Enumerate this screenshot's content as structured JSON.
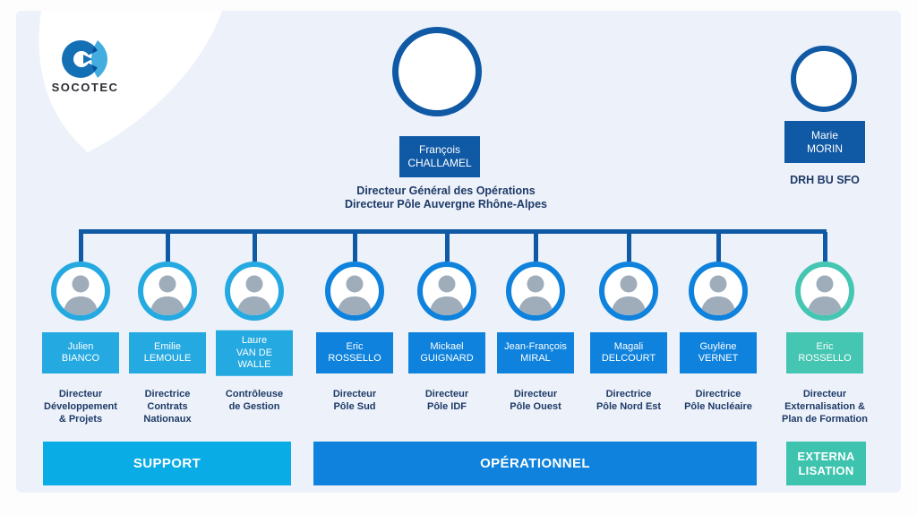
{
  "brand": {
    "name": "SOCOTEC"
  },
  "colors": {
    "panel_bg": "#EDF2FA",
    "dark_blue": "#1059A5",
    "light_blue": "#24A9E1",
    "medium_blue": "#0E82DC",
    "teal": "#45C6B2",
    "band_support": "#0AACE5",
    "band_operational": "#0E82DC",
    "band_externalisation": "#3EC3AF",
    "navy_text": "#1E3A67"
  },
  "ceo": {
    "first_name": "François",
    "last_name": "CHALLAMEL",
    "role_line1": "Directeur Général des Opérations",
    "role_line2": "Directeur Pôle Auvergne Rhône-Alpes"
  },
  "hr": {
    "first_name": "Marie",
    "last_name": "MORIN",
    "role": "DRH BU SFO"
  },
  "team": [
    {
      "name_lines": [
        "Julien",
        "BIANCO"
      ],
      "role_lines": [
        "Directeur",
        "Développement",
        "& Projets"
      ],
      "group": "support"
    },
    {
      "name_lines": [
        "Emilie",
        "LEMOULE"
      ],
      "role_lines": [
        "Directrice",
        "Contrats",
        "Nationaux"
      ],
      "group": "support"
    },
    {
      "name_lines": [
        "Laure",
        "VAN DE",
        "WALLE"
      ],
      "role_lines": [
        "Contrôleuse",
        "de Gestion"
      ],
      "group": "support"
    },
    {
      "name_lines": [
        "Eric",
        "ROSSELLO"
      ],
      "role_lines": [
        "Directeur",
        "Pôle Sud"
      ],
      "group": "operational"
    },
    {
      "name_lines": [
        "Mickael",
        "GUIGNARD"
      ],
      "role_lines": [
        "Directeur",
        "Pôle IDF"
      ],
      "group": "operational"
    },
    {
      "name_lines": [
        "Jean-François",
        "MIRAL"
      ],
      "role_lines": [
        "Directeur",
        "Pôle Ouest"
      ],
      "group": "operational"
    },
    {
      "name_lines": [
        "Magali",
        "DELCOURT"
      ],
      "role_lines": [
        "Directrice",
        "Pôle Nord Est"
      ],
      "group": "operational"
    },
    {
      "name_lines": [
        "Guylène",
        "VERNET"
      ],
      "role_lines": [
        "Directrice",
        "Pôle Nucléaire"
      ],
      "group": "operational"
    },
    {
      "name_lines": [
        "Eric",
        "ROSSELLO"
      ],
      "role_lines": [
        "Directeur",
        "Externalisation &",
        "Plan de Formation"
      ],
      "group": "externalisation"
    }
  ],
  "bands": [
    {
      "label_lines": [
        "SUPPORT"
      ],
      "group": "support"
    },
    {
      "label_lines": [
        "OPÉRATIONNEL"
      ],
      "group": "operational"
    },
    {
      "label_lines": [
        "EXTERNA",
        "LISATION"
      ],
      "group": "externalisation"
    }
  ]
}
